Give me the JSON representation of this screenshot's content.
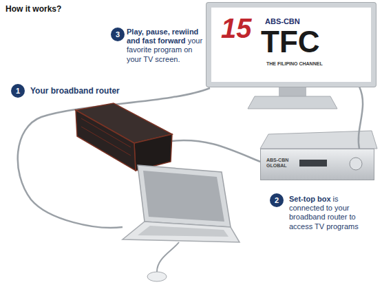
{
  "diagram": {
    "title": "How it works?",
    "nodes": [
      {
        "text": [
          "15",
          "ABS-CBN",
          "TFC",
          "THE FILIPINO CHANNEL"
        ]
      },
      {
        "text": [
          "ABS-CBN GLOBAL"
        ]
      }
    ],
    "edges": [
      {
        "from": 0,
        "to": 1,
        "arrow": "none"
      }
    ],
    "labels": [
      "3",
      "Play, pause, rewiind and fast forward",
      "your favorite program on your TV screen.",
      "1",
      "Your broadband router",
      "2",
      "Set-top box",
      "is connected to your broadband router to access TV programs"
    ]
  }
}
